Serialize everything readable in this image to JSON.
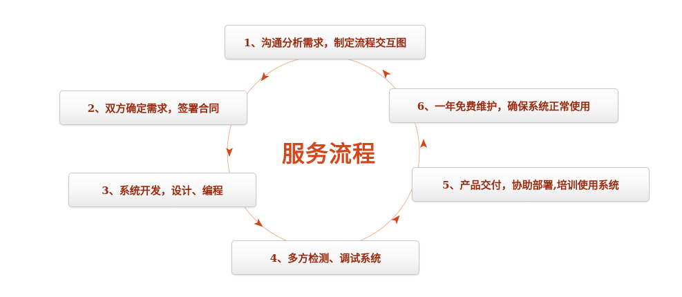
{
  "title": "服务流程",
  "steps": [
    {
      "label": "1、沟通分析需求，制定流程交互图"
    },
    {
      "label": "2、双方确定需求，签署合同"
    },
    {
      "label": "3、系统开发，设计、编程"
    },
    {
      "label": "4、多方检测、调试系统"
    },
    {
      "label": "5、产品交付，协助部署,培训使用系统"
    },
    {
      "label": "6、一年免费维护，确保系统正常使用"
    }
  ],
  "colors": {
    "accent": "#d2471c",
    "step_text": "#9a2a0e",
    "ring": "#f2b48e",
    "box_border": "#c9c9c9"
  },
  "icons": [
    "cycle-arrow-icon"
  ]
}
